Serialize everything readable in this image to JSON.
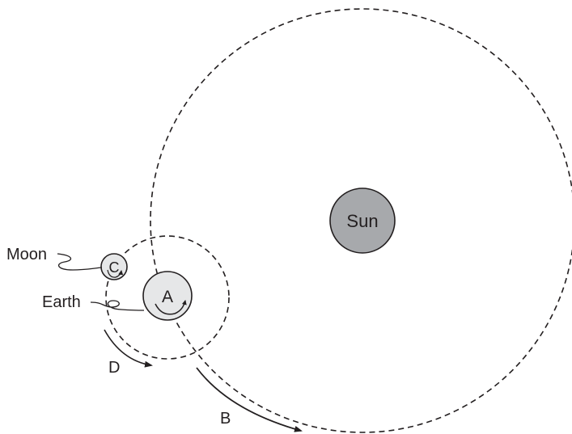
{
  "diagram": {
    "bodies": {
      "sun": {
        "label": "Sun",
        "fill": "#a7a9ac"
      },
      "earth": {
        "label": "A",
        "fill": "#e6e7e8"
      },
      "moon": {
        "label": "C",
        "fill": "#e6e7e8"
      }
    },
    "callouts": {
      "moon": "Moon",
      "earth": "Earth"
    },
    "motions": {
      "earth_orbit": "B",
      "moon_orbit": "D"
    },
    "colors": {
      "stroke": "#231f20"
    }
  }
}
